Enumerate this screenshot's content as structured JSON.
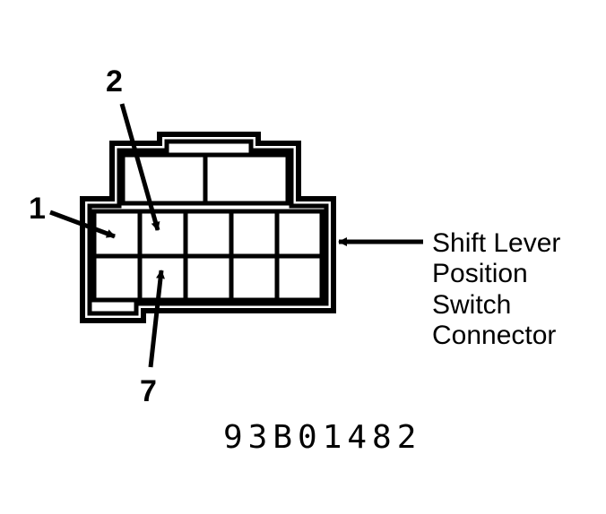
{
  "diagram": {
    "pin_labels": {
      "pin_1": "1",
      "pin_2": "2",
      "pin_7": "7"
    },
    "callout_lines": [
      "Shift Lever",
      "Position",
      "Switch",
      "Connector"
    ],
    "figure_id": "93B01482",
    "colors": {
      "ink": "#000000",
      "background": "#ffffff"
    }
  }
}
